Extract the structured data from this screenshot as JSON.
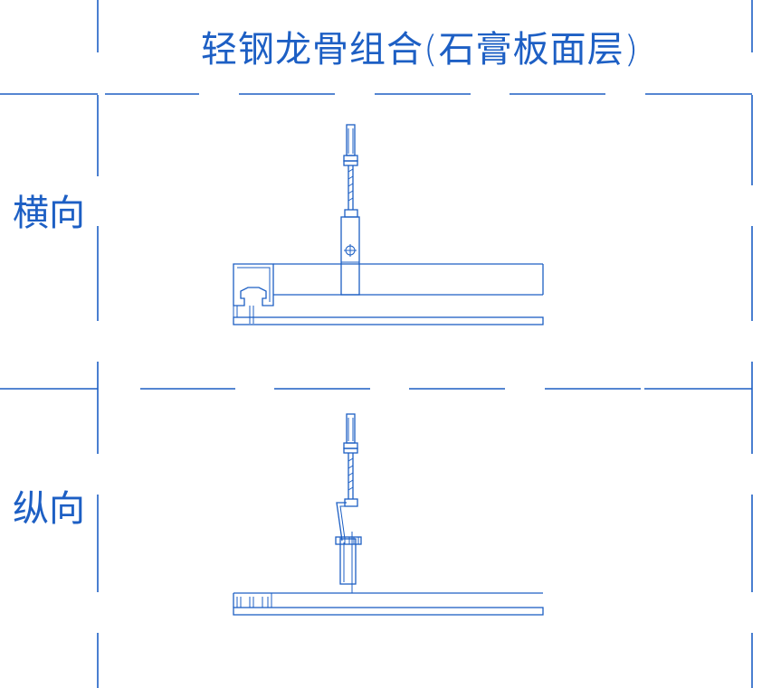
{
  "title": "轻钢龙骨组合(石膏板面层)",
  "sections": [
    {
      "label": "横向"
    },
    {
      "label": "纵向"
    }
  ],
  "colors": {
    "ink": "#1d5fc4",
    "background": "#ffffff"
  }
}
